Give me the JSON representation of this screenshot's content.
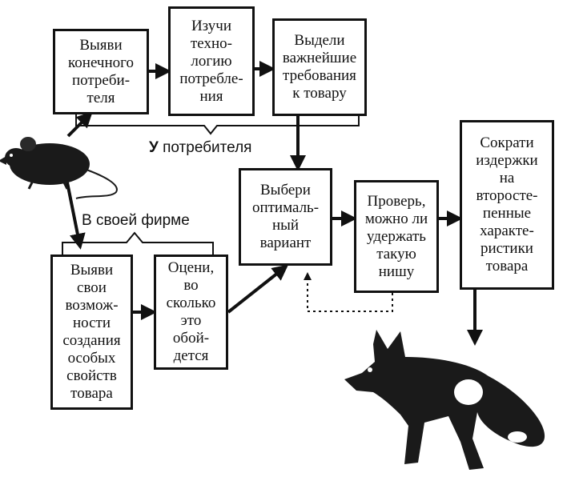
{
  "boxes": {
    "identify_consumer": "Выяви\nконечного\nпотреби-\nтеля",
    "study_technology": "Изучи\nтехно-\nлогию\nпотребле-\nния",
    "key_requirements": "Выдели\nважнейшие\nтребования\nк товару",
    "choose_option": "Выбери\nоптималь-\nный\nвариант",
    "check_niche": "Проверь,\nможно ли\nудержать\nтакую\nнишу",
    "cut_costs": "Сократи\nиздержки\nна\nвторосте-\nпенные\nхаракте-\nристики\nтовара",
    "identify_capabilities": "Выяви\nсвои\nвозмож-\nности\nсоздания\nособых\nсвойств\nтовара",
    "estimate_cost": "Оцени,\nво\nсколько\nэто\nобой-\nдется"
  },
  "groups": {
    "consumer_prefix": "У",
    "consumer_rest": " потребителя",
    "firm": "В своей фирме"
  }
}
